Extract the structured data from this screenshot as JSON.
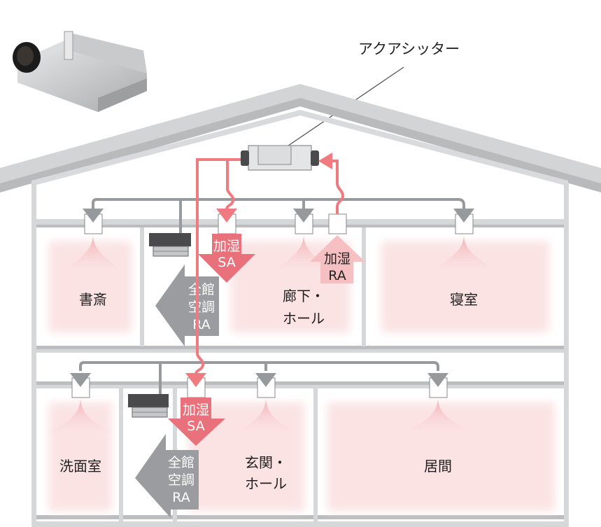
{
  "product": {
    "image_alt": "duct unit product photo",
    "callout_label": "アクアシッター"
  },
  "colors": {
    "roof": "#d4d5d6",
    "roof_dark": "#b4b5b7",
    "wall": "#d6d7d8",
    "floor_dark": "#bcbdbf",
    "duct_gray": "#979a9c",
    "duct_pink": "#ef7a80",
    "sa_arrow": "#e8717b",
    "ra_arrow_pink": "#f6c0c2",
    "ra_arrow_gray": "#9a9c9f",
    "room_glow": "#fbe3e4",
    "unit_body": "#e4e5e6",
    "indoor_unit": "#4a4a4c"
  },
  "floors": {
    "upper": {
      "rooms": [
        {
          "name": "書斎"
        },
        {
          "name": "廊下・",
          "name2": "ホール"
        },
        {
          "name": "寝室"
        }
      ],
      "arrows": {
        "sa": {
          "line1": "加湿",
          "line2": "SA"
        },
        "ra_humid": {
          "line1": "加湿",
          "line2": "RA"
        },
        "ra_whole": {
          "line1": "全館",
          "line2": "空調",
          "line3": "RA"
        }
      }
    },
    "lower": {
      "rooms": [
        {
          "name": "洗面室"
        },
        {
          "name": "玄関・",
          "name2": "ホール"
        },
        {
          "name": "居間"
        }
      ],
      "arrows": {
        "sa": {
          "line1": "加湿",
          "line2": "SA"
        },
        "ra_whole": {
          "line1": "全館",
          "line2": "空調",
          "line3": "RA"
        }
      }
    }
  }
}
